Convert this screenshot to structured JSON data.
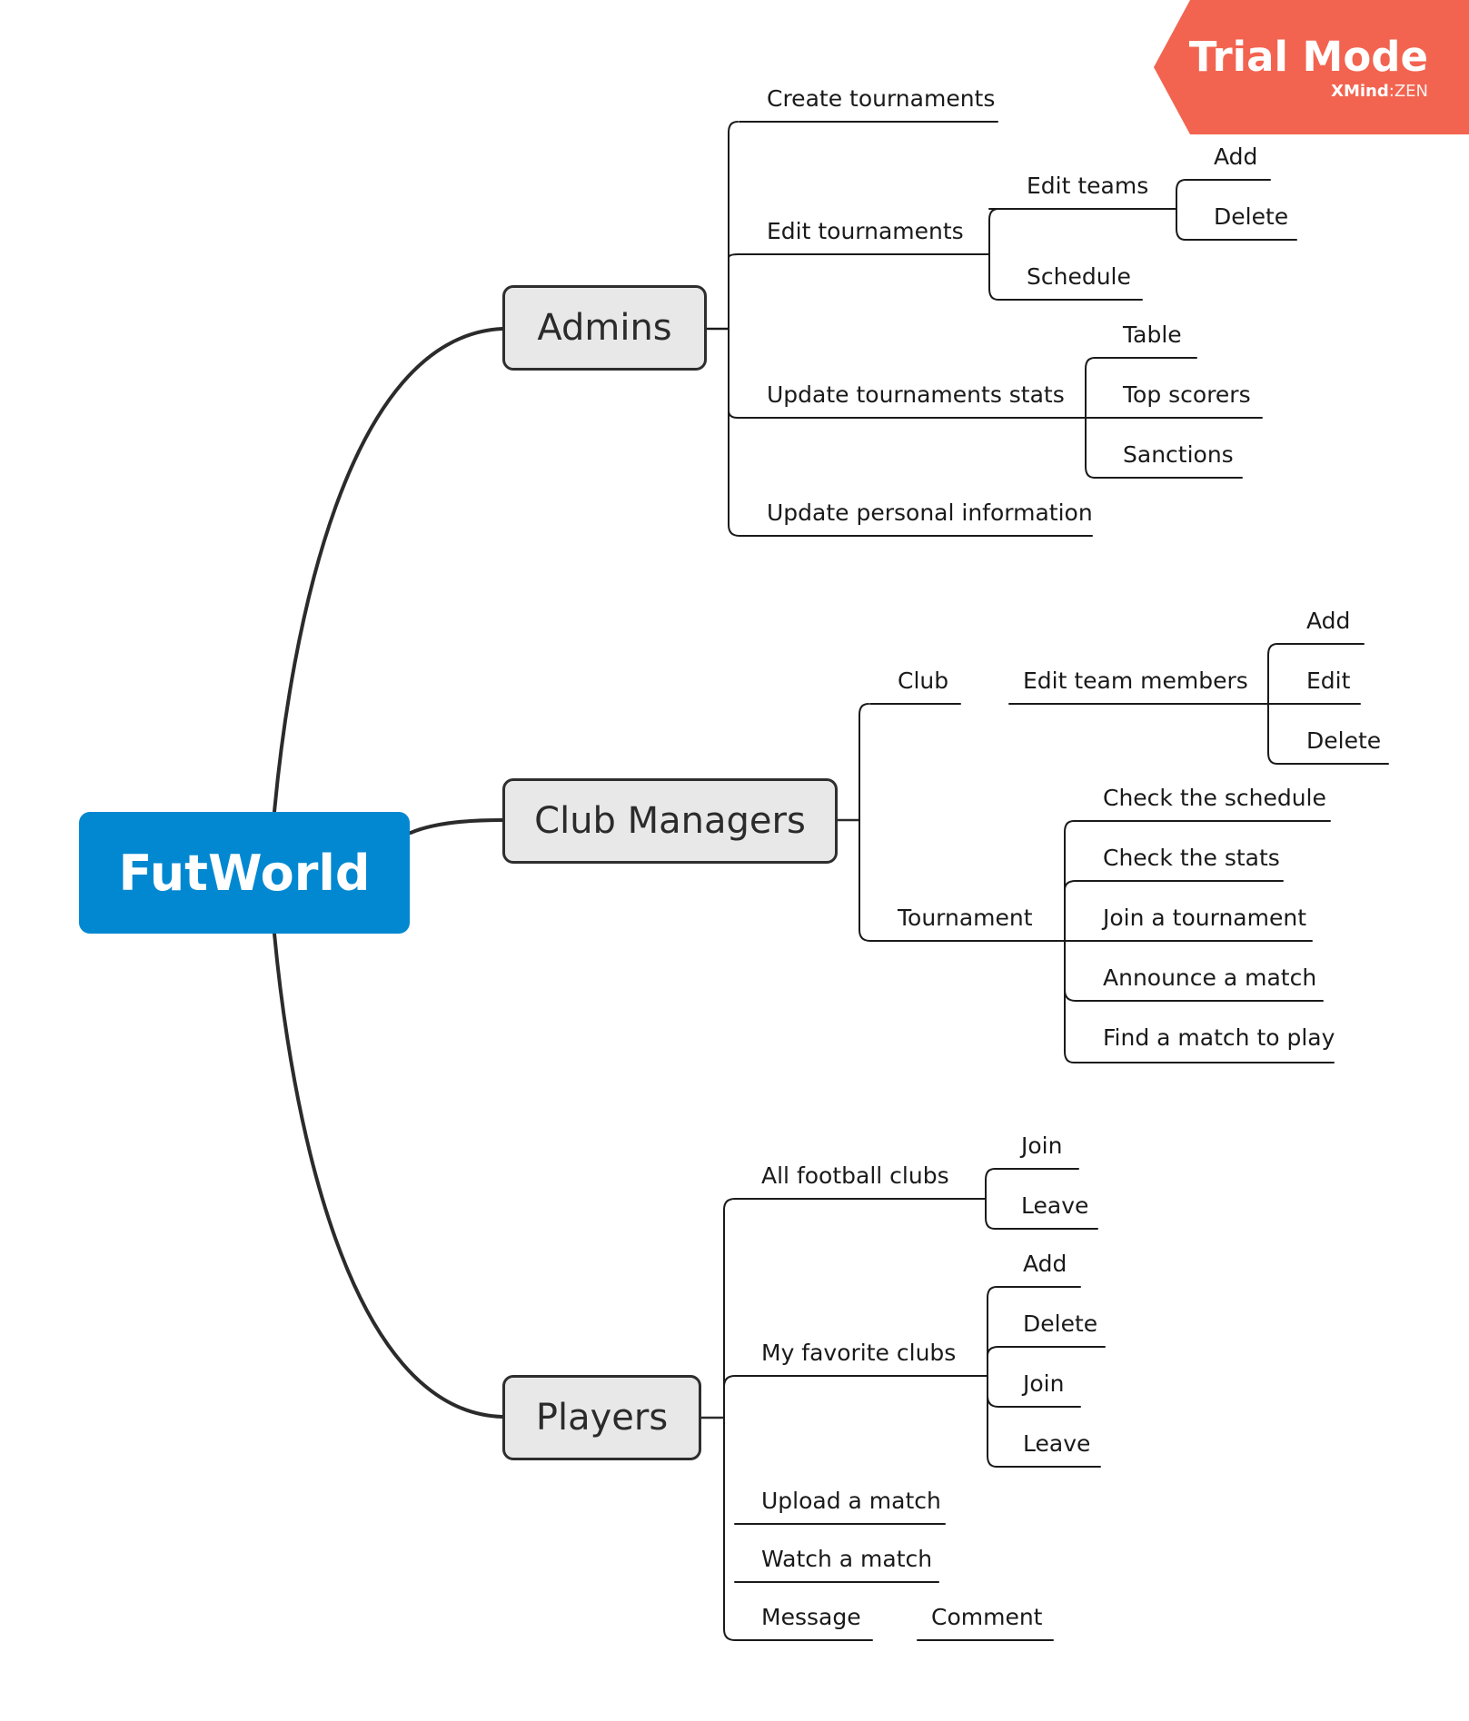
{
  "watermark": {
    "title": "Trial Mode",
    "brand": "XMind",
    "brand_sep": ":",
    "edition": "ZEN"
  },
  "root": "FutWorld",
  "admins": {
    "label": "Admins",
    "create": "Create tournaments",
    "edit": "Edit tournaments",
    "edit_teams": "Edit teams",
    "add": "Add",
    "delete": "Delete",
    "schedule": "Schedule",
    "update_stats": "Update tournaments stats",
    "table": "Table",
    "top_scorers": "Top scorers",
    "sanctions": "Sanctions",
    "update_personal": "Update personal information"
  },
  "managers": {
    "label": "Club Managers",
    "club": "Club",
    "edit_members": "Edit team members",
    "add": "Add",
    "edit": "Edit",
    "delete": "Delete",
    "tournament": "Tournament",
    "check_schedule": "Check the schedule",
    "check_stats": "Check the stats",
    "join_tournament": "Join a tournament",
    "announce": "Announce a match",
    "find_match": "Find a match to play"
  },
  "players": {
    "label": "Players",
    "all_clubs": "All football clubs",
    "join": "Join",
    "leave": "Leave",
    "favorites": "My favorite clubs",
    "fav_add": "Add",
    "fav_delete": "Delete",
    "fav_join": "Join",
    "fav_leave": "Leave",
    "upload": "Upload a match",
    "watch": "Watch a match",
    "message": "Message",
    "comment": "Comment"
  }
}
